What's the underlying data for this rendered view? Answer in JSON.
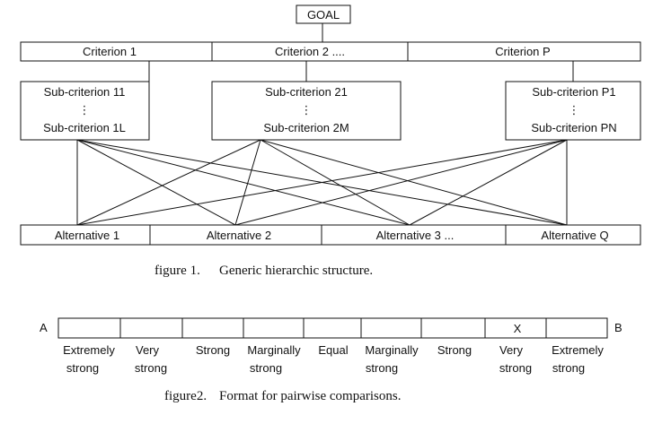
{
  "figure1": {
    "goal": "GOAL",
    "criteria": [
      "Criterion 1",
      "Criterion 2 ....",
      "Criterion P"
    ],
    "sub_groups": [
      {
        "top": "Sub-criterion 11",
        "dots": "⋮",
        "bottom": "Sub-criterion 1L"
      },
      {
        "top": "Sub-criterion 21",
        "dots": "⋮",
        "bottom": "Sub-criterion 2M"
      },
      {
        "top": "Sub-criterion P1",
        "dots": "⋮",
        "bottom": "Sub-criterion PN"
      }
    ],
    "alternatives": [
      "Alternative 1",
      "Alternative 2",
      "Alternative 3 ...",
      "Alternative Q"
    ],
    "caption_label": "figure 1.",
    "caption_text": "Generic hierarchic structure."
  },
  "figure2": {
    "left_end": "A",
    "right_end": "B",
    "mark": "X",
    "scale": [
      {
        "line1": "Extremely",
        "line2": "strong"
      },
      {
        "line1": "Very",
        "line2": "strong"
      },
      {
        "line1": "Strong",
        "line2": ""
      },
      {
        "line1": "Marginally",
        "line2": "strong"
      },
      {
        "line1": "Equal",
        "line2": ""
      },
      {
        "line1": "Marginally",
        "line2": "strong"
      },
      {
        "line1": "Strong",
        "line2": ""
      },
      {
        "line1": "Very",
        "line2": "strong"
      },
      {
        "line1": "Extremely",
        "line2": "strong"
      }
    ],
    "caption_label": "figure2.",
    "caption_text": "Format for pairwise comparisons."
  }
}
